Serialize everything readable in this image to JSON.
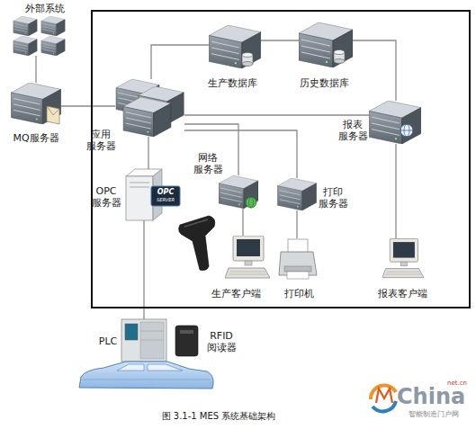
{
  "diagram": {
    "caption": "图 3.1-1 MES 系统基础架构",
    "nodes": [
      {
        "text": [
          "外部系统"
        ]
      },
      {
        "text": [
          "MQ服务器"
        ]
      },
      {
        "text": [
          "应用 服务器"
        ]
      },
      {
        "text": [
          "生产数据库"
        ]
      },
      {
        "text": [
          "历史数据库"
        ]
      },
      {
        "text": [
          "报表 服务器"
        ]
      },
      {
        "text": [
          "OPC 服务器"
        ]
      },
      {
        "text": [
          "网络 服务器"
        ]
      },
      {
        "text": [
          "打印 服务器"
        ]
      },
      {
        "text": [
          "生产客户端"
        ]
      },
      {
        "text": [
          "打印机"
        ]
      },
      {
        "text": [
          "报表客户端"
        ]
      },
      {
        "text": [
          "PLC"
        ]
      },
      {
        "text": [
          "RFID 阅读器"
        ]
      }
    ],
    "edges": [
      {
        "from": 0,
        "to": 1,
        "arrow": "none"
      },
      {
        "from": 1,
        "to": 2,
        "arrow": "none"
      },
      {
        "from": 2,
        "to": 3,
        "arrow": "none"
      },
      {
        "from": 3,
        "to": 4,
        "arrow": "none"
      },
      {
        "from": 4,
        "to": 5,
        "arrow": "none"
      },
      {
        "from": 2,
        "to": 5,
        "arrow": "none"
      },
      {
        "from": 2,
        "to": 7,
        "arrow": "none"
      },
      {
        "from": 2,
        "to": 8,
        "arrow": "none"
      },
      {
        "from": 2,
        "to": 6,
        "arrow": "none"
      },
      {
        "from": 6,
        "to": 12,
        "arrow": "none"
      },
      {
        "from": 7,
        "to": 9,
        "arrow": "none"
      },
      {
        "from": 8,
        "to": 10,
        "arrow": "none"
      },
      {
        "from": 5,
        "to": 11,
        "arrow": "none"
      }
    ],
    "labels": [
      "OPC",
      "SERVER",
      "China",
      "net.cn",
      "智能制造门户网"
    ]
  }
}
